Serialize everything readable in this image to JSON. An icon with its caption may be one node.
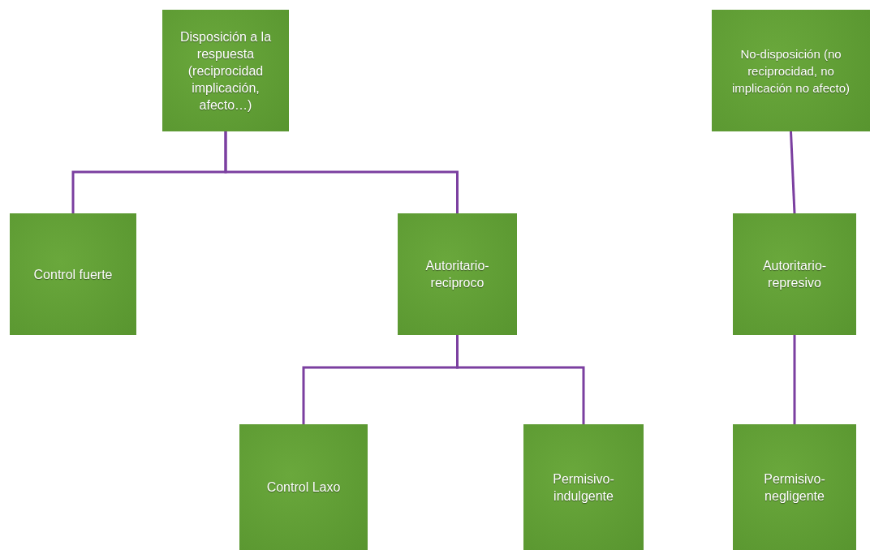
{
  "diagram": {
    "nodes": [
      {
        "text": [
          "Disposición a la respuesta (reciprocidad implicación, afecto…)"
        ]
      },
      {
        "text": [
          "No-disposición (no reciprocidad, no implicación no afecto)"
        ]
      },
      {
        "text": [
          "Control fuerte"
        ]
      },
      {
        "text": [
          "Autoritario-reciproco"
        ]
      },
      {
        "text": [
          "Autoritario-represivo"
        ]
      },
      {
        "text": [
          "Control Laxo"
        ]
      },
      {
        "text": [
          "Permisivo-indulgente"
        ]
      },
      {
        "text": [
          "Permisivo-negligente"
        ]
      }
    ],
    "edges": [
      {
        "from": 0,
        "to": 2,
        "arrow": "none"
      },
      {
        "from": 0,
        "to": 3,
        "arrow": "none"
      },
      {
        "from": 1,
        "to": 4,
        "arrow": "none"
      },
      {
        "from": 3,
        "to": 5,
        "arrow": "none"
      },
      {
        "from": 3,
        "to": 6,
        "arrow": "none"
      },
      {
        "from": 4,
        "to": 7,
        "arrow": "none"
      }
    ]
  }
}
